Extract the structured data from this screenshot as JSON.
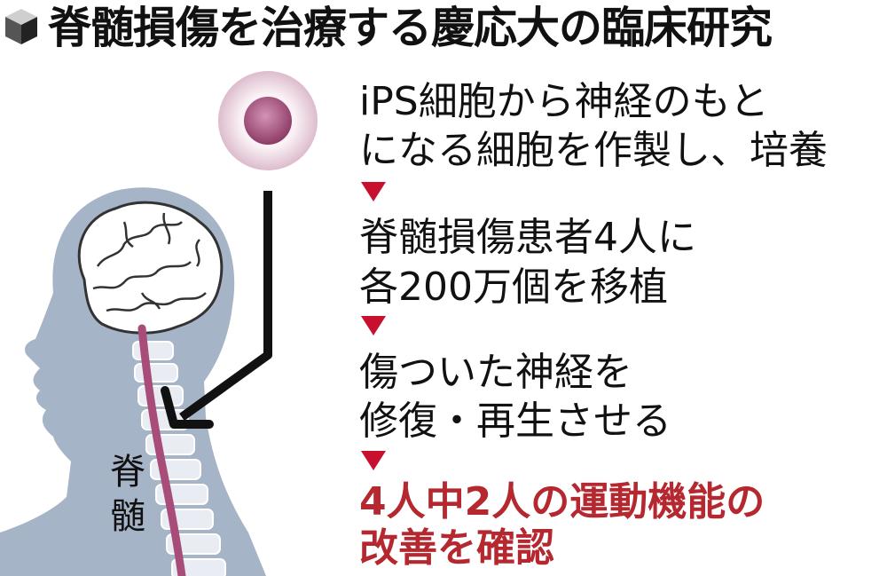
{
  "title": "脊髄損傷を治療する慶応大の臨床研究",
  "steps": [
    {
      "line1": "iPS細胞から神経のもと",
      "line2": "になる細胞を作製し、培養"
    },
    {
      "line1": "脊髄損傷患者4人に",
      "line2": "各200万個を移植"
    },
    {
      "line1": "傷ついた神経を",
      "line2": "修復・再生させる"
    }
  ],
  "result": {
    "line1": "4人中2人の運動機能の",
    "line2": "改善を確認"
  },
  "figure_label": {
    "char1": "脊",
    "char2": "髄"
  },
  "colors": {
    "result_text": "#b5282f",
    "arrow_marker": "#c8102e",
    "body_silhouette": "#a6b4c8",
    "brain": "#ffffff",
    "spinal_cord": "#a84d7a",
    "cell_core": "#a84d7a",
    "cell_halo": "#f3e6ee"
  }
}
